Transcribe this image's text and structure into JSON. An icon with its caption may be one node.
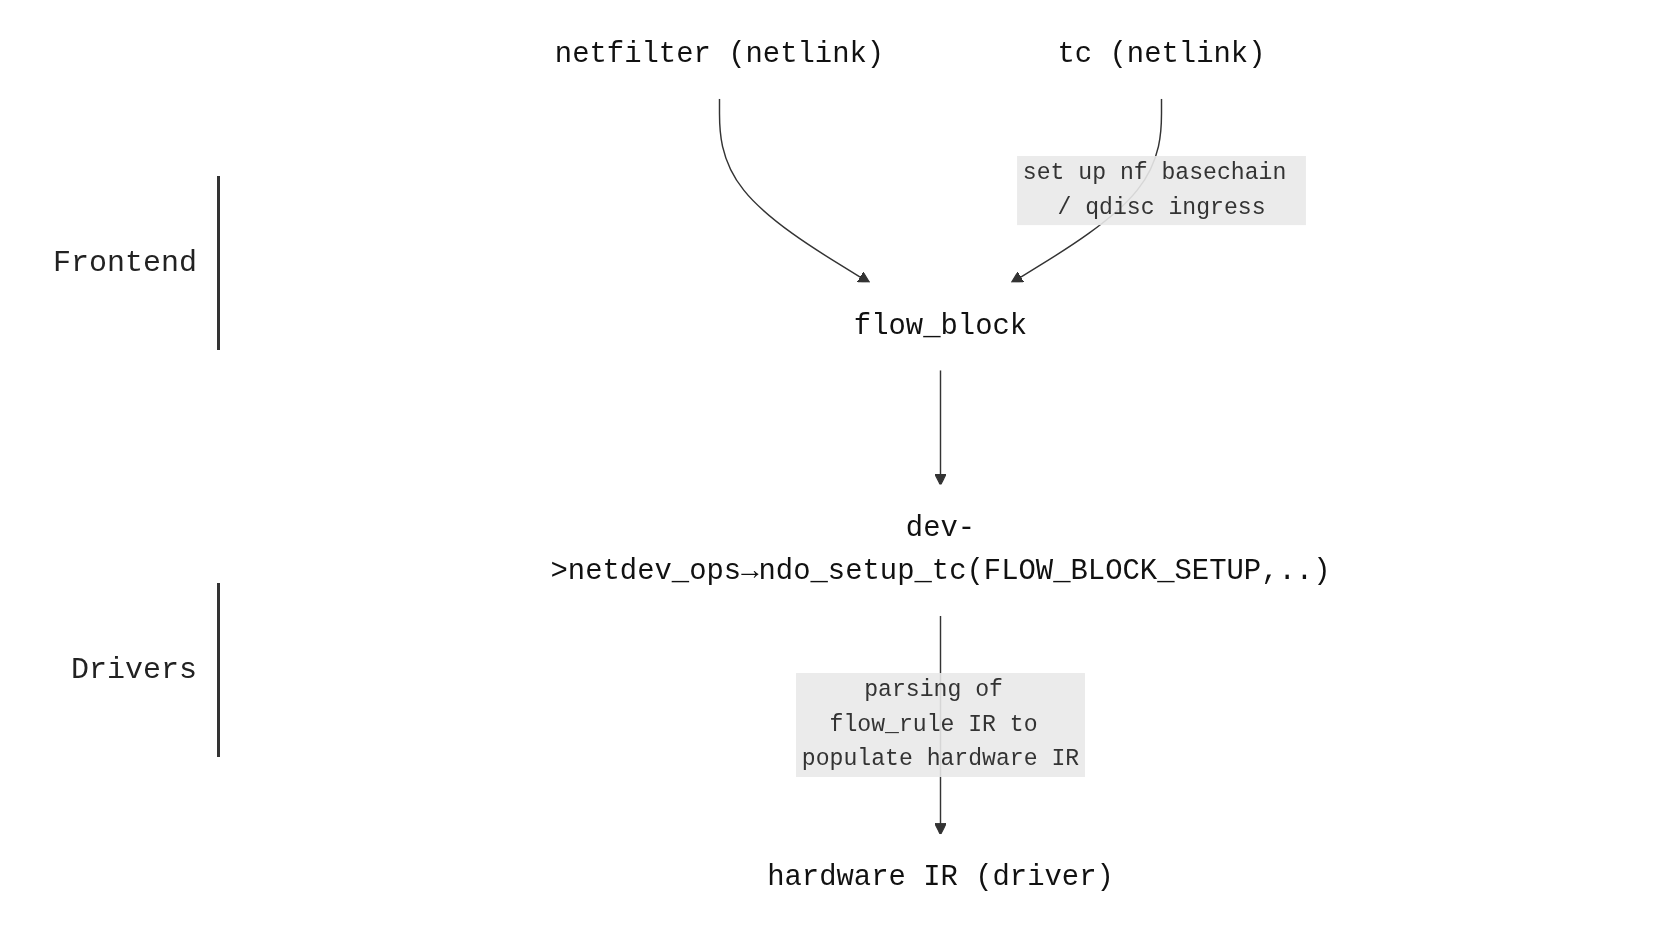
{
  "diagram": {
    "nodes": [
      {
        "text": [
          "netfilter (netlink)"
        ]
      },
      {
        "text": [
          "tc (netlink)"
        ]
      },
      {
        "text": [
          "flow_block"
        ]
      },
      {
        "text": [
          "dev->netdev_ops→ndo_setup_tc(FLOW_BLOCK_SETUP,..)"
        ]
      },
      {
        "text": [
          "hardware IR (driver)"
        ]
      }
    ],
    "edges": [
      {
        "from": 0,
        "to": 2,
        "arrow": "to"
      },
      {
        "from": 1,
        "to": 2,
        "arrow": "to",
        "label": "set up nf basechain / qdisc ingress"
      },
      {
        "from": 2,
        "to": 3,
        "arrow": "to"
      },
      {
        "from": 3,
        "to": 4,
        "arrow": "to",
        "label": "parsing of flow_rule IR to populate hardware IR"
      }
    ],
    "labels": [
      "Frontend",
      "Drivers"
    ]
  }
}
